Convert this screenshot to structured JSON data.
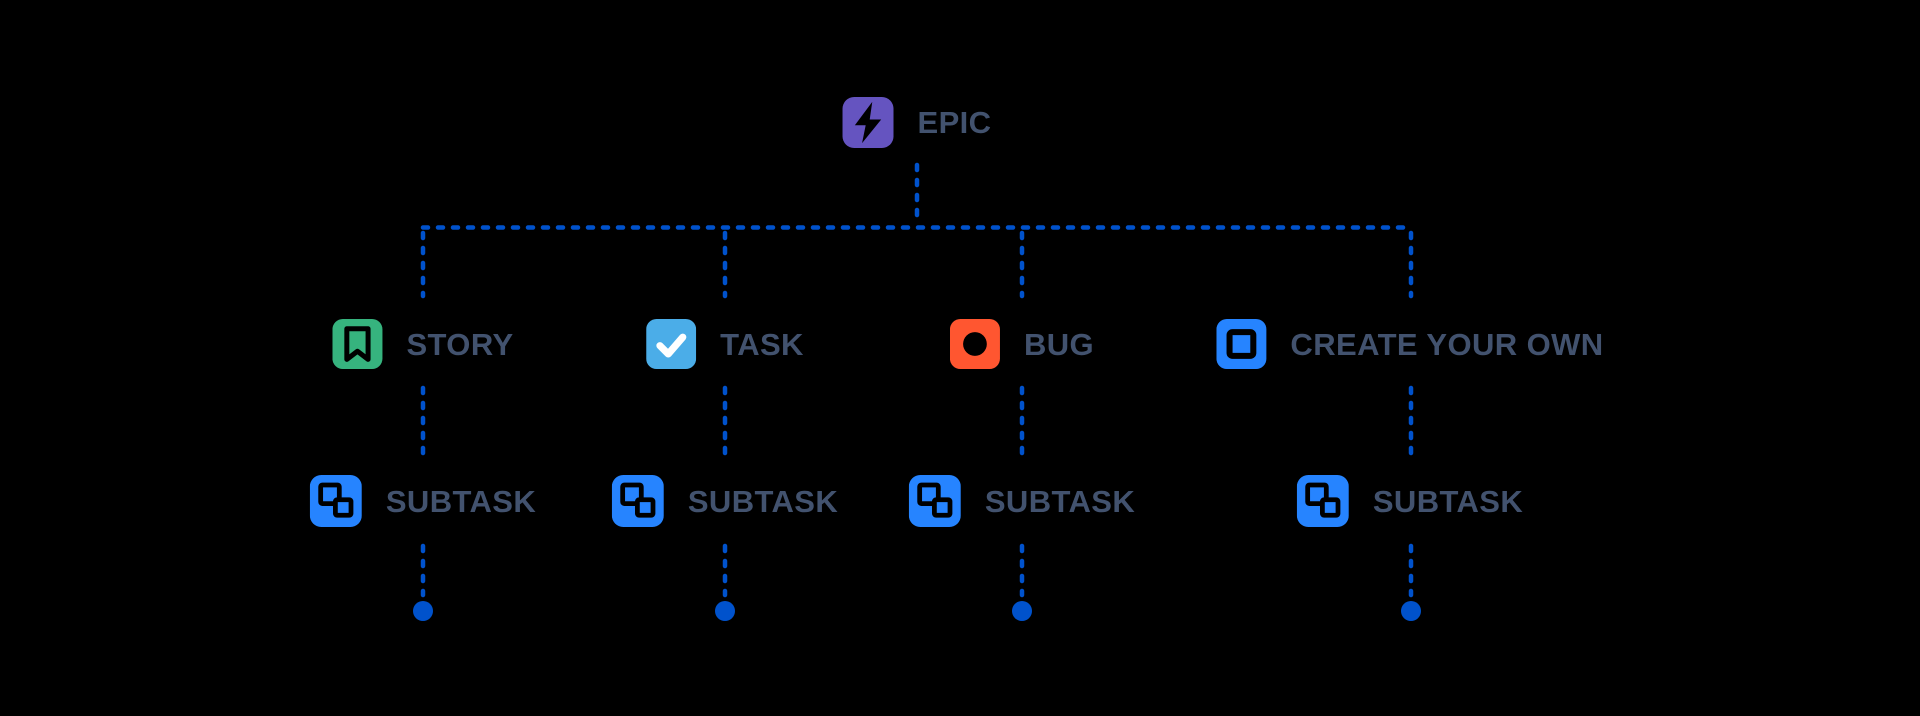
{
  "colors": {
    "background": "#000000",
    "connector": "#0052CC",
    "label": "#42526E",
    "epic": "#6554C0",
    "story": "#36B37E",
    "task": "#4BADE8",
    "bug": "#FF5630",
    "create_your_own": "#2684FF",
    "subtask": "#2684FF",
    "glyph_dark": "#000000",
    "glyph_light": "#FFFFFF"
  },
  "nodes": {
    "epic": {
      "label": "EPIC"
    },
    "story": {
      "label": "STORY"
    },
    "task": {
      "label": "TASK"
    },
    "bug": {
      "label": "BUG"
    },
    "create_your_own": {
      "label": "CREATE YOUR OWN"
    },
    "subtask": {
      "label": "SUBTASK"
    }
  }
}
